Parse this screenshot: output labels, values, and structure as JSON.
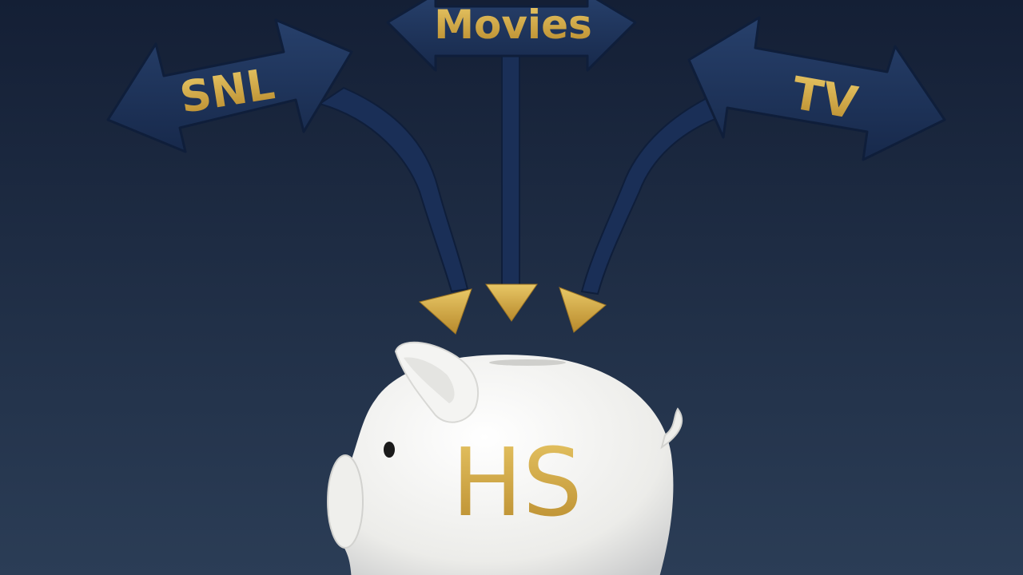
{
  "arrows": [
    {
      "label": "SNL"
    },
    {
      "label": "Movies"
    },
    {
      "label": "TV"
    }
  ],
  "piggy_bank": {
    "label": "HS"
  },
  "colors": {
    "background_top": "#17223a",
    "background_bottom": "#2a3c55",
    "arrow_fill": "#1f3560",
    "arrow_edge": "#0f1e3a",
    "gold": "#d6b04e",
    "piggy": "#f2f2f0"
  }
}
